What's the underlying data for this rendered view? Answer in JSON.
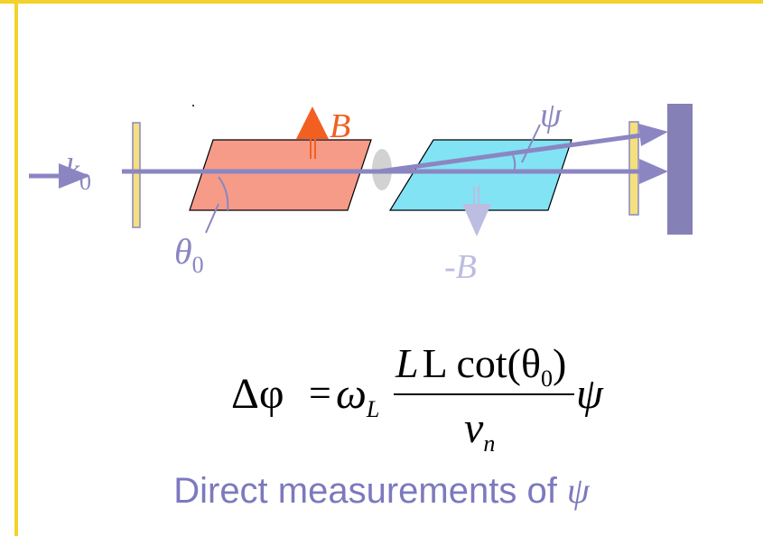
{
  "colors": {
    "frame": "#f2d22b",
    "beam": "#8b86c2",
    "rect_left": "#f69b88",
    "rect_right": "#82e3f5",
    "mirror": "#f5e07e",
    "detector": "#8580b6",
    "field_up": "#f25f21",
    "field_down": "#bcbde0",
    "dot": "#d2d2d2",
    "caption": "#7c79bd"
  },
  "labels": {
    "k0_base": "k",
    "k0_sub": "0",
    "B": "B",
    "minus_B": "-B",
    "psi": "ψ",
    "theta_base": "θ",
    "theta_sub": "0"
  },
  "formula": {
    "lhs": "Δφ",
    "equals": "=",
    "omega": "ω",
    "omega_sub": "L",
    "numerator": "L cot(θ",
    "numerator_sub": "0",
    "numerator_close": ")",
    "denominator": "v",
    "denominator_sub": "n",
    "psi": "ψ"
  },
  "caption": {
    "text": "Direct measurements of ",
    "symbol": "ψ"
  }
}
